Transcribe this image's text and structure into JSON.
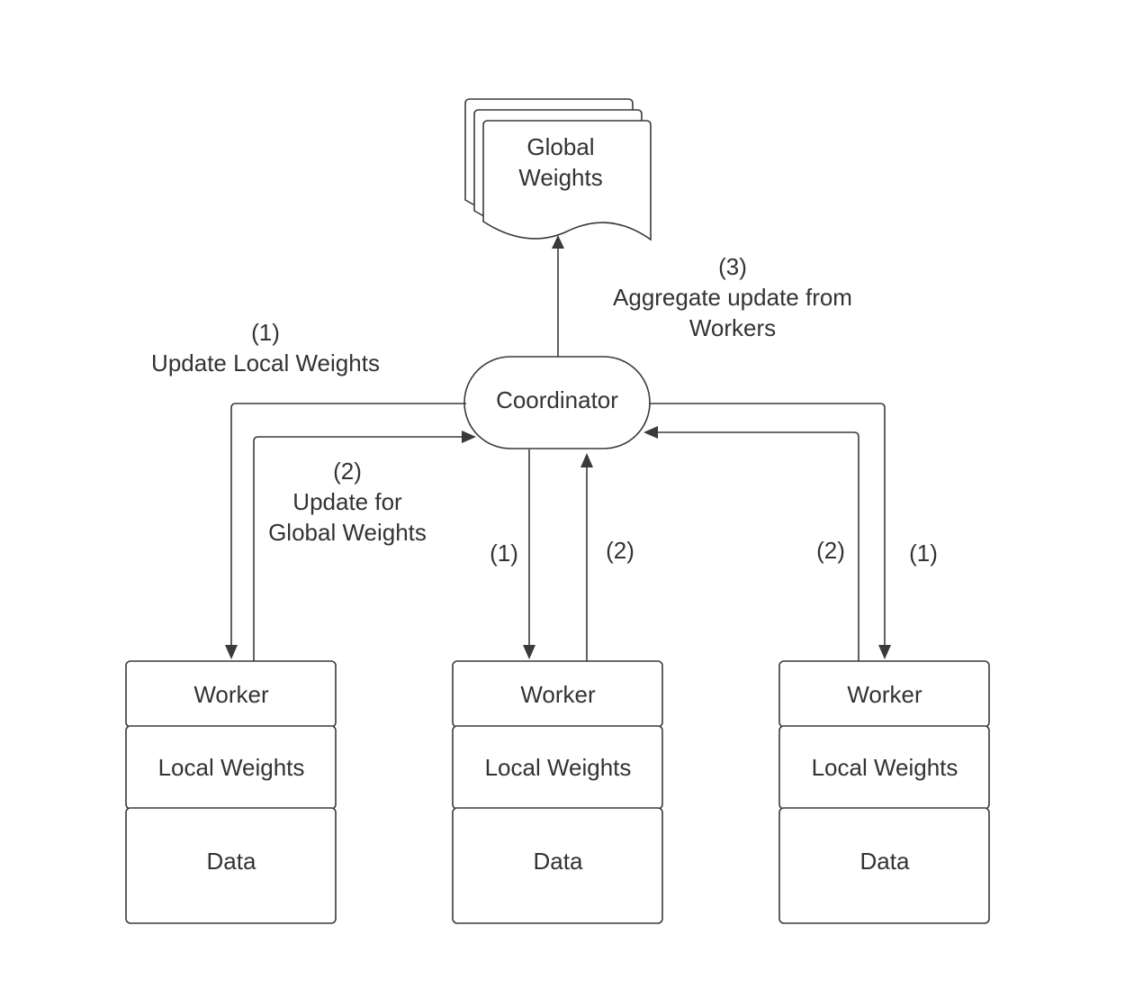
{
  "nodes": {
    "global_weights": {
      "lines": [
        "Global",
        "Weights"
      ]
    },
    "coordinator": {
      "label": "Coordinator"
    },
    "workers": [
      {
        "title": "Worker",
        "weights": "Local Weights",
        "data": "Data"
      },
      {
        "title": "Worker",
        "weights": "Local Weights",
        "data": "Data"
      },
      {
        "title": "Worker",
        "weights": "Local Weights",
        "data": "Data"
      }
    ]
  },
  "labels": {
    "step3": [
      "(3)",
      "Aggregate update from",
      "Workers"
    ],
    "step1_left": [
      "(1)",
      "Update Local Weights"
    ],
    "step2_left": [
      "(2)",
      "Update for",
      "Global Weights"
    ],
    "step1_center": "(1)",
    "step2_center": "(2)",
    "step2_right": "(2)",
    "step1_right": "(1)"
  },
  "edges": [
    {
      "from": "coordinator",
      "to": "global_weights",
      "step": "(3)"
    },
    {
      "from": "coordinator",
      "to": "worker-1",
      "step": "(1)"
    },
    {
      "from": "worker-1",
      "to": "coordinator",
      "step": "(2)"
    },
    {
      "from": "coordinator",
      "to": "worker-2",
      "step": "(1)"
    },
    {
      "from": "worker-2",
      "to": "coordinator",
      "step": "(2)"
    },
    {
      "from": "coordinator",
      "to": "worker-3",
      "step": "(1)"
    },
    {
      "from": "worker-3",
      "to": "coordinator",
      "step": "(2)"
    }
  ]
}
